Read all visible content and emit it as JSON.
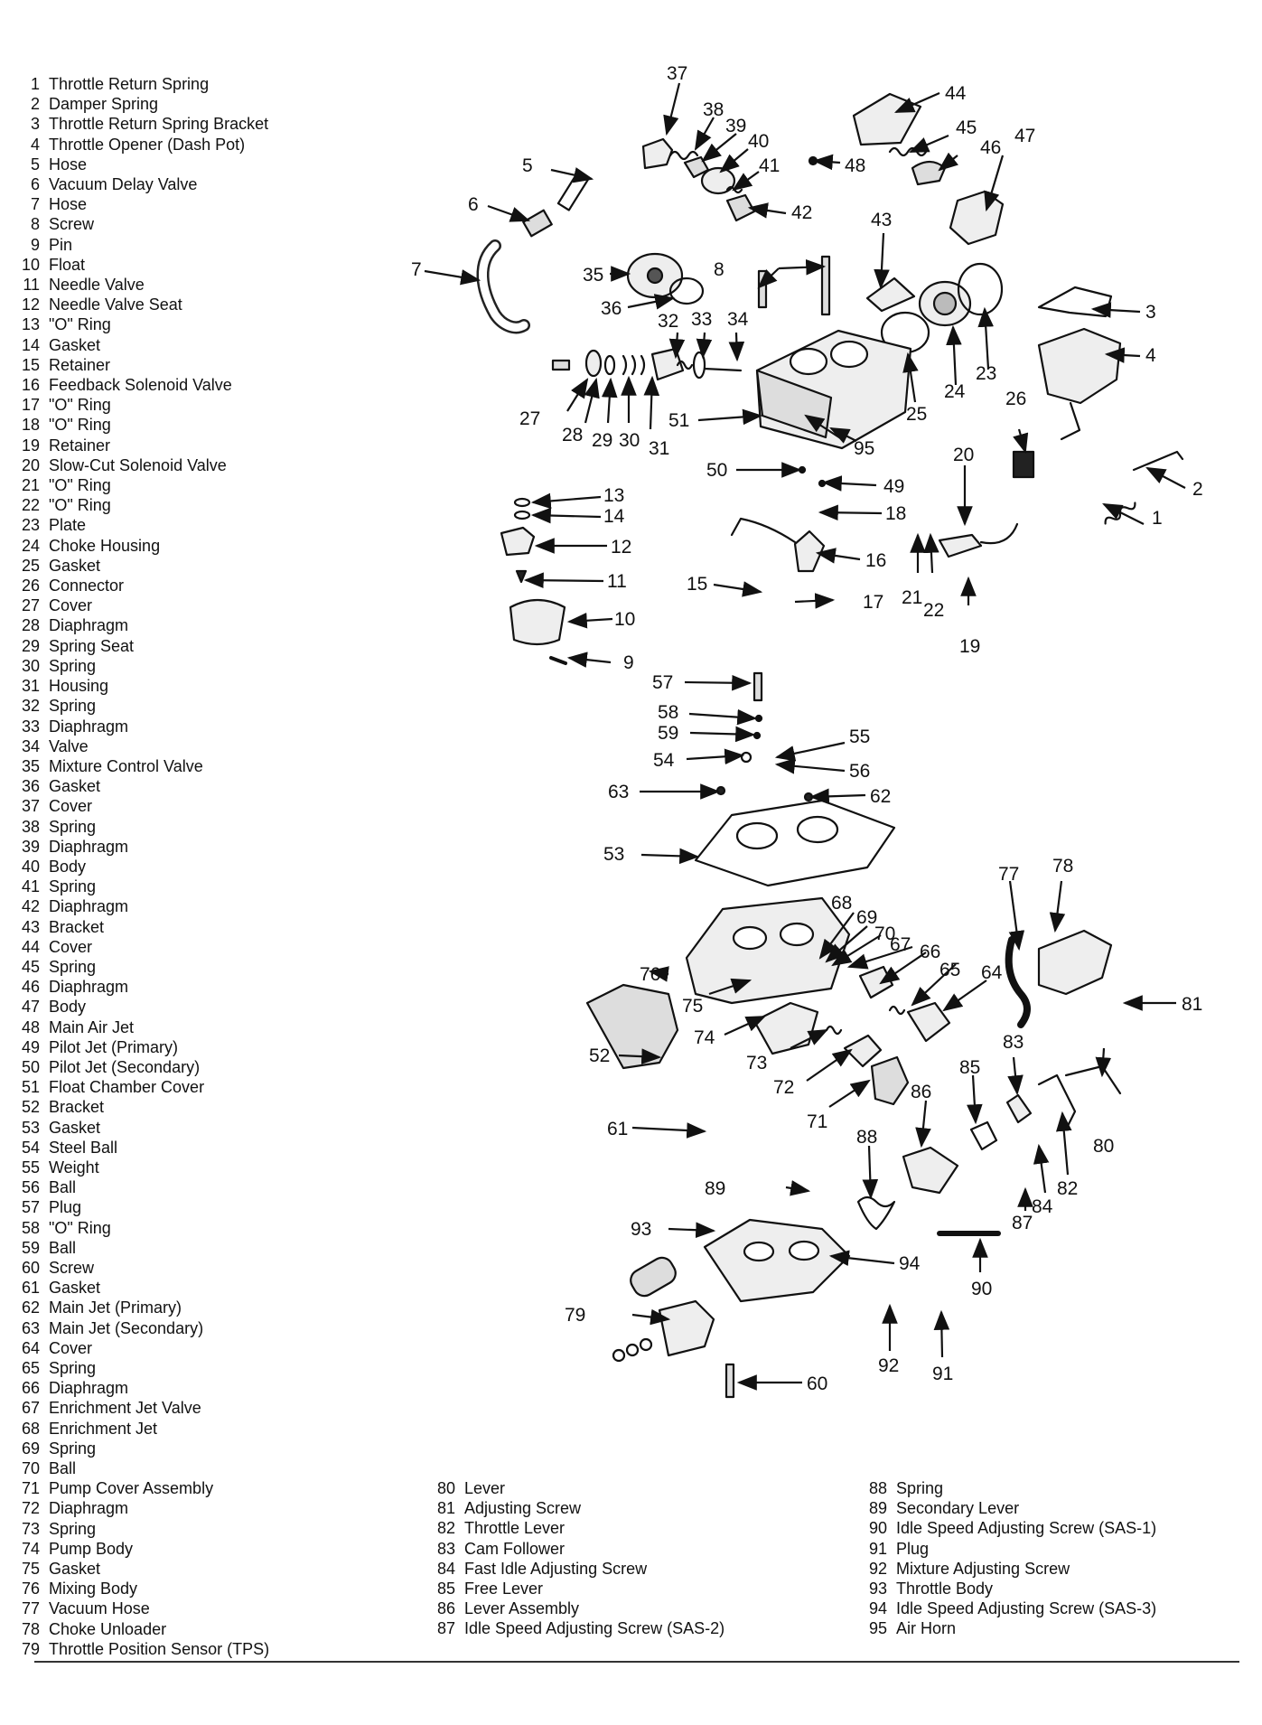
{
  "legend_left": [
    {
      "num": "1",
      "text": "Throttle Return Spring"
    },
    {
      "num": "2",
      "text": "Damper Spring"
    },
    {
      "num": "3",
      "text": "Throttle Return Spring Bracket"
    },
    {
      "num": "4",
      "text": "Throttle Opener (Dash Pot)"
    },
    {
      "num": "5",
      "text": "Hose"
    },
    {
      "num": "6",
      "text": "Vacuum Delay Valve"
    },
    {
      "num": "7",
      "text": "Hose"
    },
    {
      "num": "8",
      "text": "Screw"
    },
    {
      "num": "9",
      "text": "Pin"
    },
    {
      "num": "10",
      "text": "Float"
    },
    {
      "num": "11",
      "text": "Needle Valve"
    },
    {
      "num": "12",
      "text": "Needle Valve Seat"
    },
    {
      "num": "13",
      "text": "\"O\" Ring"
    },
    {
      "num": "14",
      "text": "Gasket"
    },
    {
      "num": "15",
      "text": "Retainer"
    },
    {
      "num": "16",
      "text": "Feedback Solenoid Valve"
    },
    {
      "num": "17",
      "text": "\"O\" Ring"
    },
    {
      "num": "18",
      "text": "\"O\" Ring"
    },
    {
      "num": "19",
      "text": "Retainer"
    },
    {
      "num": "20",
      "text": "Slow-Cut Solenoid Valve"
    },
    {
      "num": "21",
      "text": "\"O\" Ring"
    },
    {
      "num": "22",
      "text": "\"O\" Ring"
    },
    {
      "num": "23",
      "text": "Plate"
    },
    {
      "num": "24",
      "text": "Choke Housing"
    },
    {
      "num": "25",
      "text": "Gasket"
    },
    {
      "num": "26",
      "text": "Connector"
    },
    {
      "num": "27",
      "text": "Cover"
    },
    {
      "num": "28",
      "text": "Diaphragm"
    },
    {
      "num": "29",
      "text": "Spring Seat"
    },
    {
      "num": "30",
      "text": "Spring"
    },
    {
      "num": "31",
      "text": "Housing"
    },
    {
      "num": "32",
      "text": "Spring"
    },
    {
      "num": "33",
      "text": "Diaphragm"
    },
    {
      "num": "34",
      "text": "Valve"
    },
    {
      "num": "35",
      "text": "Mixture Control Valve"
    },
    {
      "num": "36",
      "text": "Gasket"
    },
    {
      "num": "37",
      "text": "Cover"
    },
    {
      "num": "38",
      "text": "Spring"
    },
    {
      "num": "39",
      "text": "Diaphragm"
    },
    {
      "num": "40",
      "text": "Body"
    },
    {
      "num": "41",
      "text": "Spring"
    },
    {
      "num": "42",
      "text": "Diaphragm"
    },
    {
      "num": "43",
      "text": "Bracket"
    },
    {
      "num": "44",
      "text": "Cover"
    },
    {
      "num": "45",
      "text": "Spring"
    },
    {
      "num": "46",
      "text": "Diaphragm"
    },
    {
      "num": "47",
      "text": "Body"
    },
    {
      "num": "48",
      "text": "Main Air Jet"
    },
    {
      "num": "49",
      "text": "Pilot Jet (Primary)"
    },
    {
      "num": "50",
      "text": "Pilot Jet (Secondary)"
    },
    {
      "num": "51",
      "text": "Float Chamber Cover"
    },
    {
      "num": "52",
      "text": "Bracket"
    },
    {
      "num": "53",
      "text": "Gasket"
    },
    {
      "num": "54",
      "text": "Steel Ball"
    },
    {
      "num": "55",
      "text": "Weight"
    },
    {
      "num": "56",
      "text": "Ball"
    },
    {
      "num": "57",
      "text": "Plug"
    },
    {
      "num": "58",
      "text": "\"O\" Ring"
    },
    {
      "num": "59",
      "text": "Ball"
    },
    {
      "num": "60",
      "text": "Screw"
    },
    {
      "num": "61",
      "text": "Gasket"
    },
    {
      "num": "62",
      "text": "Main Jet (Primary)"
    },
    {
      "num": "63",
      "text": "Main Jet (Secondary)"
    },
    {
      "num": "64",
      "text": "Cover"
    },
    {
      "num": "65",
      "text": "Spring"
    },
    {
      "num": "66",
      "text": "Diaphragm"
    },
    {
      "num": "67",
      "text": "Enrichment Jet Valve"
    },
    {
      "num": "68",
      "text": "Enrichment Jet"
    },
    {
      "num": "69",
      "text": "Spring"
    },
    {
      "num": "70",
      "text": "Ball"
    },
    {
      "num": "71",
      "text": "Pump Cover Assembly"
    },
    {
      "num": "72",
      "text": "Diaphragm"
    },
    {
      "num": "73",
      "text": "Spring"
    },
    {
      "num": "74",
      "text": "Pump Body"
    },
    {
      "num": "75",
      "text": "Gasket"
    },
    {
      "num": "76",
      "text": "Mixing Body"
    },
    {
      "num": "77",
      "text": "Vacuum Hose"
    },
    {
      "num": "78",
      "text": "Choke Unloader"
    },
    {
      "num": "79",
      "text": "Throttle Position Sensor (TPS)"
    }
  ],
  "legend_mid": [
    {
      "num": "80",
      "text": "Lever"
    },
    {
      "num": "81",
      "text": "Adjusting Screw"
    },
    {
      "num": "82",
      "text": "Throttle Lever"
    },
    {
      "num": "83",
      "text": "Cam Follower"
    },
    {
      "num": "84",
      "text": "Fast Idle Adjusting Screw"
    },
    {
      "num": "85",
      "text": "Free Lever"
    },
    {
      "num": "86",
      "text": "Lever Assembly"
    },
    {
      "num": "87",
      "text": "Idle Speed Adjusting Screw (SAS-2)"
    }
  ],
  "legend_right": [
    {
      "num": "88",
      "text": "Spring"
    },
    {
      "num": "89",
      "text": "Secondary Lever"
    },
    {
      "num": "90",
      "text": "Idle Speed Adjusting Screw (SAS-1)"
    },
    {
      "num": "91",
      "text": "Plug"
    },
    {
      "num": "92",
      "text": "Mixture Adjusting Screw"
    },
    {
      "num": "93",
      "text": "Throttle Body"
    },
    {
      "num": "94",
      "text": "Idle Speed Adjusting Screw (SAS-3)"
    },
    {
      "num": "95",
      "text": "Air Horn"
    }
  ],
  "callout_labels": [
    "1",
    "2",
    "3",
    "4",
    "5",
    "6",
    "7",
    "8",
    "9",
    "10",
    "11",
    "12",
    "13",
    "14",
    "15",
    "16",
    "17",
    "18",
    "19",
    "20",
    "21",
    "22",
    "23",
    "24",
    "25",
    "26",
    "27",
    "28",
    "29",
    "30",
    "31",
    "32",
    "33",
    "34",
    "35",
    "36",
    "37",
    "38",
    "39",
    "40",
    "41",
    "42",
    "43",
    "44",
    "45",
    "46",
    "47",
    "48",
    "49",
    "50",
    "51",
    "52",
    "53",
    "54",
    "55",
    "56",
    "57",
    "58",
    "59",
    "60",
    "61",
    "62",
    "63",
    "64",
    "65",
    "66",
    "67",
    "68",
    "69",
    "70",
    "71",
    "72",
    "73",
    "74",
    "75",
    "76",
    "77",
    "78",
    "79",
    "80",
    "81",
    "82",
    "83",
    "84",
    "85",
    "86",
    "87",
    "88",
    "89",
    "90",
    "91",
    "92",
    "93",
    "94",
    "95"
  ]
}
